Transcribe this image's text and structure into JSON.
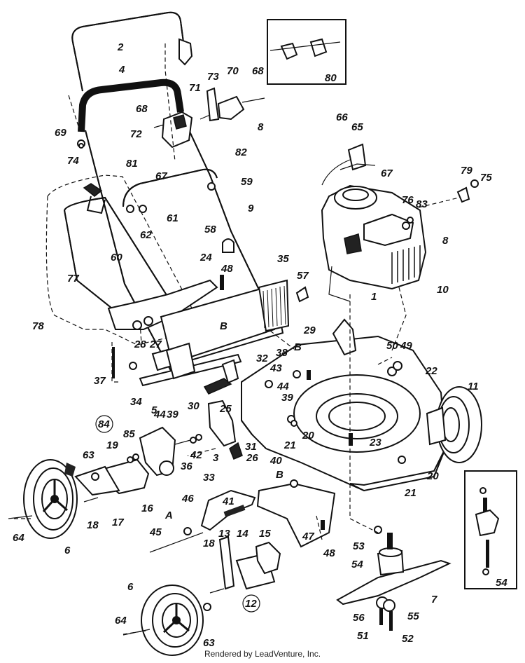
{
  "footer": {
    "text": "Rendered by LeadVenture, Inc."
  },
  "labels": {
    "p1": "1",
    "p2": "2",
    "p3": "3",
    "p4": "4",
    "p5": "5",
    "p6a": "6",
    "p6b": "6",
    "p7": "7",
    "p8a": "8",
    "p8b": "8",
    "p9": "9",
    "p10": "10",
    "p11": "11",
    "p12": "12",
    "p13": "13",
    "p14": "14",
    "p15": "15",
    "p16": "16",
    "p17": "17",
    "p18a": "18",
    "p18b": "18",
    "p19": "19",
    "p20a": "20",
    "p20b": "20",
    "p21a": "21",
    "p21b": "21",
    "p22": "22",
    "p23": "23",
    "p24": "24",
    "p25": "25",
    "p26": "26",
    "p27": "27",
    "p28": "28",
    "p29": "29",
    "p30": "30",
    "p31": "31",
    "p32": "32",
    "p33": "33",
    "p34": "34",
    "p35": "35",
    "p36": "36",
    "p37": "37",
    "p38": "38",
    "p39a": "39",
    "p39b": "39",
    "p40": "40",
    "p41": "41",
    "p42": "42",
    "p43": "43",
    "p44a": "44",
    "p44b": "44",
    "p45": "45",
    "p46": "46",
    "p47": "47",
    "p48a": "48",
    "p48b": "48",
    "p49": "49",
    "p50": "50",
    "p51": "51",
    "p52": "52",
    "p53": "53",
    "p54a": "54",
    "p54b": "54",
    "p55": "55",
    "p56": "56",
    "p57": "57",
    "p58": "58",
    "p59": "59",
    "p60": "60",
    "p61": "61",
    "p62": "62",
    "p63a": "63",
    "p63b": "63",
    "p64a": "64",
    "p64b": "64",
    "p65": "65",
    "p66": "66",
    "p67a": "67",
    "p67b": "67",
    "p68a": "68",
    "p68b": "68",
    "p69": "69",
    "p70": "70",
    "p71": "71",
    "p72": "72",
    "p73": "73",
    "p74": "74",
    "p75": "75",
    "p76": "76",
    "p77": "77",
    "p78": "78",
    "p79": "79",
    "p80": "80",
    "p81": "81",
    "p82": "82",
    "p83": "83",
    "p84": "84",
    "p85": "85",
    "lA": "A",
    "lB1": "B",
    "lB2": "B",
    "lB3": "B"
  }
}
